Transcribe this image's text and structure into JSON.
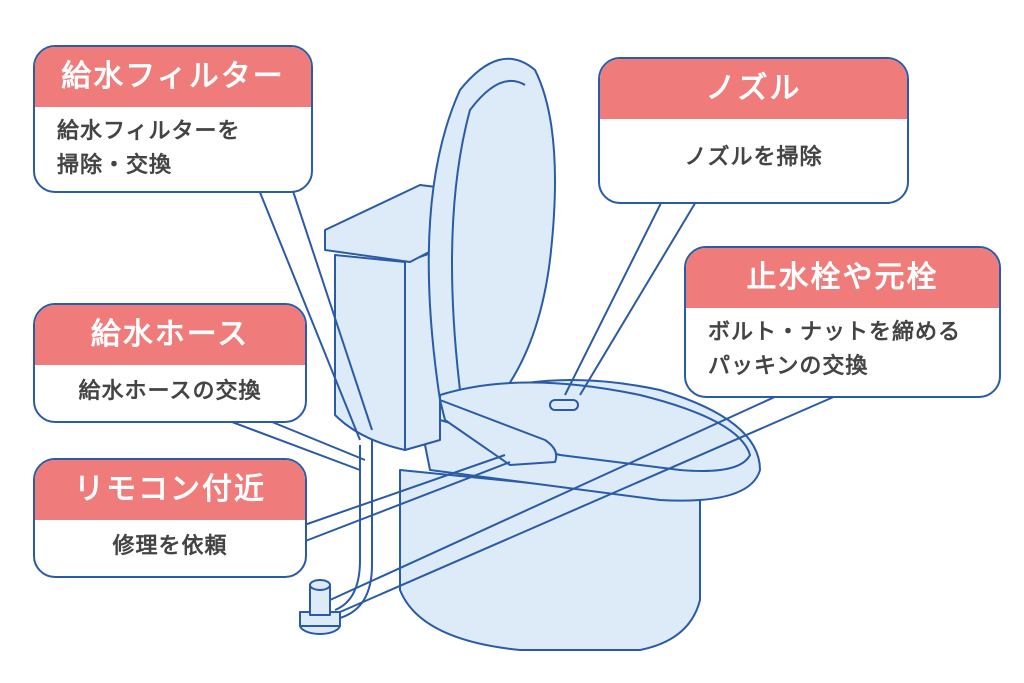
{
  "callouts": {
    "filter": {
      "title": "給水フィルター",
      "line1": "給水フィルターを",
      "line2": "掃除・交換"
    },
    "nozzle": {
      "title": "ノズル",
      "line1": "ノズルを掃除"
    },
    "valve": {
      "title": "止水栓や元栓",
      "line1": "ボルト・ナットを締める",
      "line2": "パッキンの交換"
    },
    "hose": {
      "title": "給水ホース",
      "line1": "給水ホースの交換"
    },
    "remote": {
      "title": "リモコン付近",
      "line1": "修理を依頼"
    }
  },
  "colors": {
    "header": "#EF7B7B",
    "outline": "#2A5BA8",
    "toilet_fill": "#DCEBF7",
    "text": "#444444"
  }
}
